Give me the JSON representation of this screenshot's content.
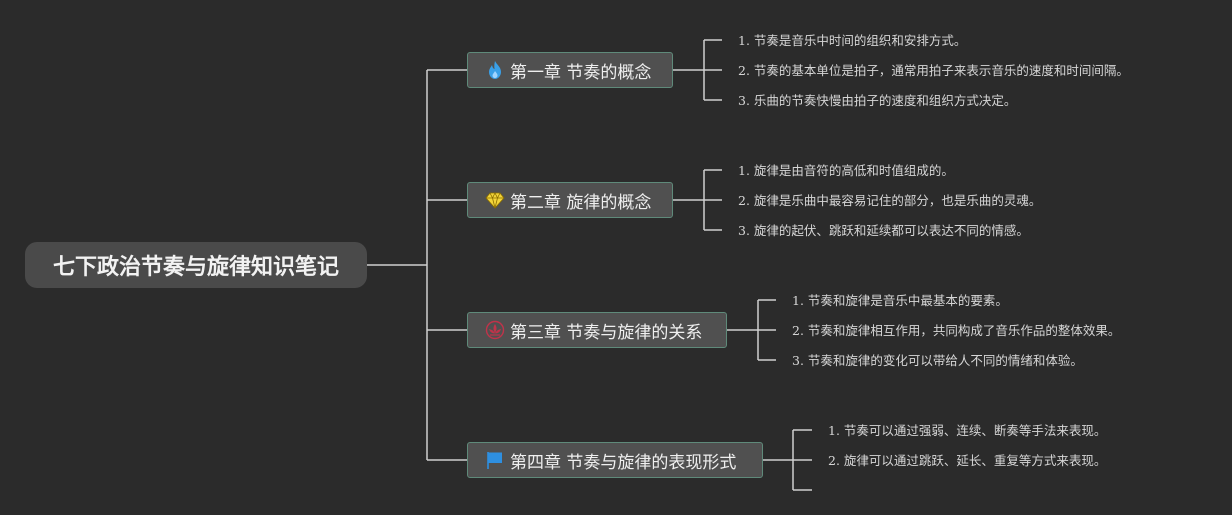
{
  "root": {
    "label": "七下政治节奏与旋律知识笔记"
  },
  "chapters": [
    {
      "label": "第一章 节奏的概念",
      "icon": "fire-icon",
      "icon_color": "#3aa0e8",
      "items": [
        "1. 节奏是音乐中时间的组织和安排方式。",
        "2. 节奏的基本单位是拍子，通常用拍子来表示音乐的速度和时间间隔。",
        "3. 乐曲的节奏快慢由拍子的速度和组织方式决定。"
      ]
    },
    {
      "label": "第二章 旋律的概念",
      "icon": "diamond-icon",
      "icon_color": "#f2d43a",
      "items": [
        "1. 旋律是由音符的高低和时值组成的。",
        "2. 旋律是乐曲中最容易记住的部分，也是乐曲的灵魂。",
        "3. 旋律的起伏、跳跃和延续都可以表达不同的情感。"
      ]
    },
    {
      "label": "第三章 节奏与旋律的关系",
      "icon": "lotus-icon",
      "icon_color": "#c0334a",
      "items": [
        "1. 节奏和旋律是音乐中最基本的要素。",
        "2. 节奏和旋律相互作用，共同构成了音乐作品的整体效果。",
        "3. 节奏和旋律的变化可以带给人不同的情绪和体验。"
      ]
    },
    {
      "label": "第四章 节奏与旋律的表现形式",
      "icon": "flag-icon",
      "icon_color": "#2e8fe0",
      "items": [
        "1. 节奏可以通过强弱、连续、断奏等手法来表现。",
        "2. 旋律可以通过跳跃、延长、重复等方式来表现。",
        ""
      ]
    }
  ]
}
